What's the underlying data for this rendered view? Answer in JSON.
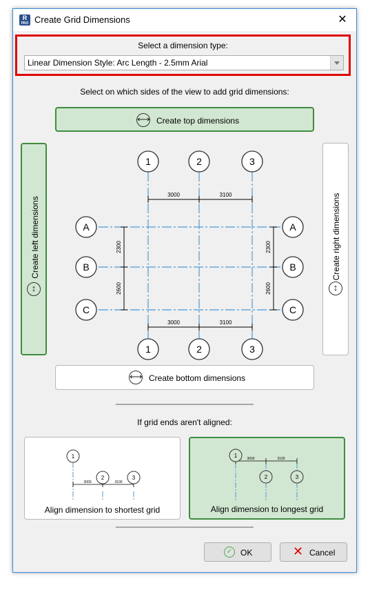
{
  "window": {
    "title": "Create Grid Dimensions",
    "close_glyph": "✕",
    "app_icon": "revit-icon",
    "app_icon_text": "R",
    "app_icon_sub": "PRO"
  },
  "dimension_type": {
    "label": "Select a dimension type:",
    "selected": "Linear Dimension Style: Arc Length - 2.5mm Arial"
  },
  "sides": {
    "label": "Select on which sides of the view to add grid dimensions:",
    "top": {
      "label": "Create top dimensions",
      "active": true,
      "icon": "double-arrow-horizontal-icon"
    },
    "bottom": {
      "label": "Create bottom dimensions",
      "active": false,
      "icon": "double-arrow-horizontal-icon"
    },
    "left": {
      "label": "Create left dimensions",
      "active": true,
      "icon": "double-arrow-vertical-icon"
    },
    "right": {
      "label": "Create right dimensions",
      "active": false,
      "icon": "double-arrow-vertical-icon"
    }
  },
  "grid": {
    "columns": [
      "1",
      "2",
      "3"
    ],
    "rows": [
      "A",
      "B",
      "C"
    ],
    "col_spacings": [
      "3000",
      "3100"
    ],
    "row_spacings": [
      "2300",
      "2600"
    ]
  },
  "alignment": {
    "label": "If grid ends aren't aligned:",
    "options": [
      {
        "label": "Align dimension to shortest grid",
        "selected": false
      },
      {
        "label": "Align dimension to longest grid",
        "selected": true
      }
    ]
  },
  "footer": {
    "ok": "OK",
    "cancel": "Cancel"
  },
  "colors": {
    "accent_red": "#e00000",
    "selected_green": "#d2e7d2",
    "green_border": "#3e8c3e",
    "grid_blue": "#4a9ad8"
  }
}
